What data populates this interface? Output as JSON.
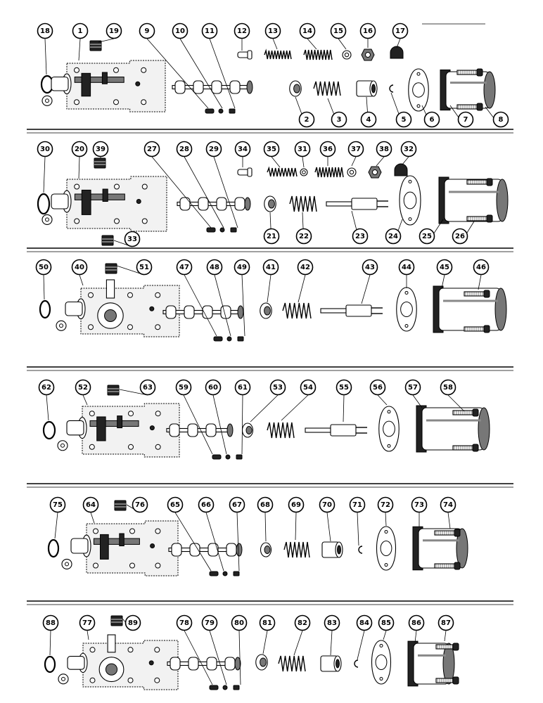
{
  "figure": {
    "sections": [
      {
        "callouts": [
          "18",
          "1",
          "19",
          "9",
          "10",
          "11",
          "12",
          "13",
          "14",
          "15",
          "16",
          "17",
          "2",
          "3",
          "4",
          "5",
          "6",
          "7",
          "8"
        ]
      },
      {
        "callouts": [
          "30",
          "20",
          "39",
          "27",
          "28",
          "29",
          "34",
          "35",
          "31",
          "36",
          "37",
          "38",
          "32",
          "33",
          "21",
          "22",
          "23",
          "24",
          "25",
          "26"
        ]
      },
      {
        "callouts": [
          "50",
          "40",
          "51",
          "47",
          "48",
          "49",
          "41",
          "42",
          "43",
          "44",
          "45",
          "46"
        ]
      },
      {
        "callouts": [
          "62",
          "52",
          "63",
          "59",
          "60",
          "61",
          "53",
          "54",
          "55",
          "56",
          "57",
          "58"
        ]
      },
      {
        "callouts": [
          "75",
          "64",
          "76",
          "65",
          "66",
          "67",
          "68",
          "69",
          "70",
          "71",
          "72",
          "73",
          "74"
        ]
      },
      {
        "callouts": [
          "88",
          "77",
          "89",
          "78",
          "79",
          "80",
          "81",
          "82",
          "83",
          "84",
          "85",
          "86",
          "87"
        ]
      }
    ]
  }
}
